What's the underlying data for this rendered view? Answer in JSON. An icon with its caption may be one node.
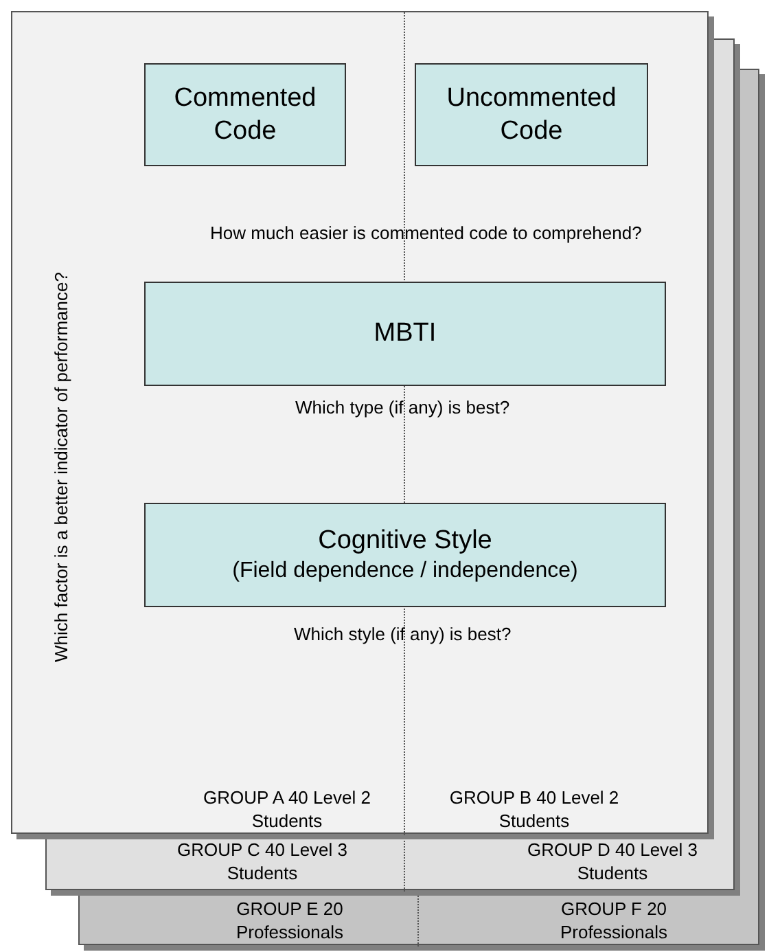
{
  "diagram": {
    "nodes": [
      {
        "text": [
          "GROUP A 40 Level 2 Students",
          "GROUP B 40 Level 2 Students"
        ]
      },
      {
        "text": [
          "Commented Code"
        ],
        "in": 0
      },
      {
        "text": [
          "Uncommented Code"
        ],
        "in": 0
      },
      {
        "text": [
          "MBTI"
        ],
        "in": 0
      },
      {
        "text": [
          "Cognitive Style",
          "(Field dependence / independence)"
        ],
        "in": 0
      },
      {
        "text": [
          "GROUP C 40 Level 3 Students",
          "GROUP D 40 Level 3 Students"
        ]
      },
      {
        "text": [
          "GROUP E 20 Professionals",
          "GROUP F 20 Professionals"
        ]
      }
    ],
    "labels": [
      "Which factor is a better indicator of performance?",
      "How much easier is commented code to comprehend?",
      "Which type (if any) is best?",
      "Which style (if any) is best?"
    ]
  }
}
